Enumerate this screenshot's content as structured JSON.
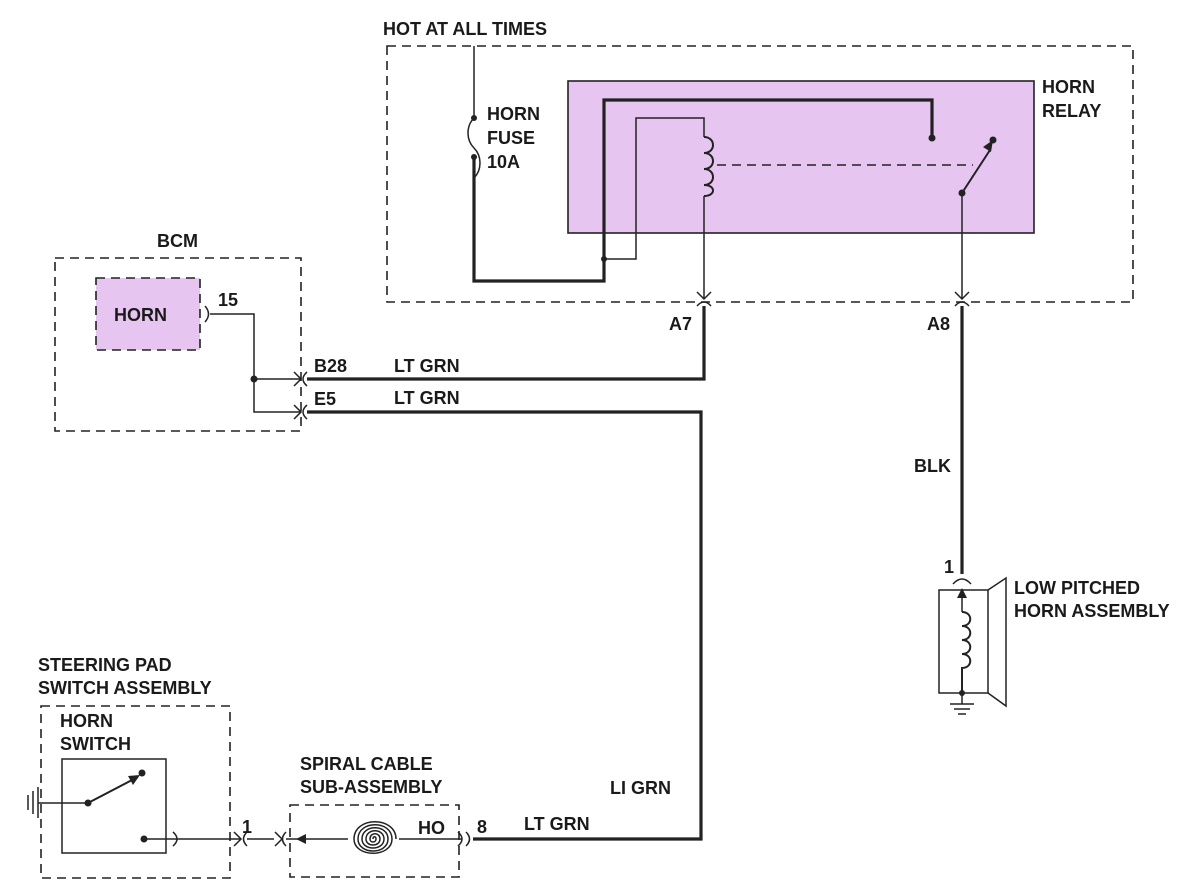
{
  "labels": {
    "hot_at_all_times": "HOT AT ALL TIMES",
    "fuse_line1": "HORN",
    "fuse_line2": "FUSE",
    "fuse_line3": "10A",
    "relay_line1": "HORN",
    "relay_line2": "RELAY",
    "bcm": "BCM",
    "bcm_horn": "HORN",
    "pin_15": "15",
    "pin_b28": "B28",
    "pin_e5": "E5",
    "pin_a7": "A7",
    "pin_a8": "A8",
    "wire_b28": "LT GRN",
    "wire_e5": "LT GRN",
    "wire_blk": "BLK",
    "wire_li_grn": "LI GRN",
    "wire_lt_grn_bottom": "LT GRN",
    "horn_pin_1": "1",
    "horn_assembly_line1": "LOW PITCHED",
    "horn_assembly_line2": "HORN ASSEMBLY",
    "steering_line1": "STEERING PAD",
    "steering_line2": "SWITCH ASSEMBLY",
    "horn_switch_line1": "HORN",
    "horn_switch_line2": "SWITCH",
    "spiral_line1": "SPIRAL CABLE",
    "spiral_line2": "SUB-ASSEMBLY",
    "spiral_ho": "HO",
    "spiral_pin_8": "8",
    "switch_pin_1": "1"
  },
  "colors": {
    "module_fill": "#e6c5f1",
    "line": "#222222"
  }
}
